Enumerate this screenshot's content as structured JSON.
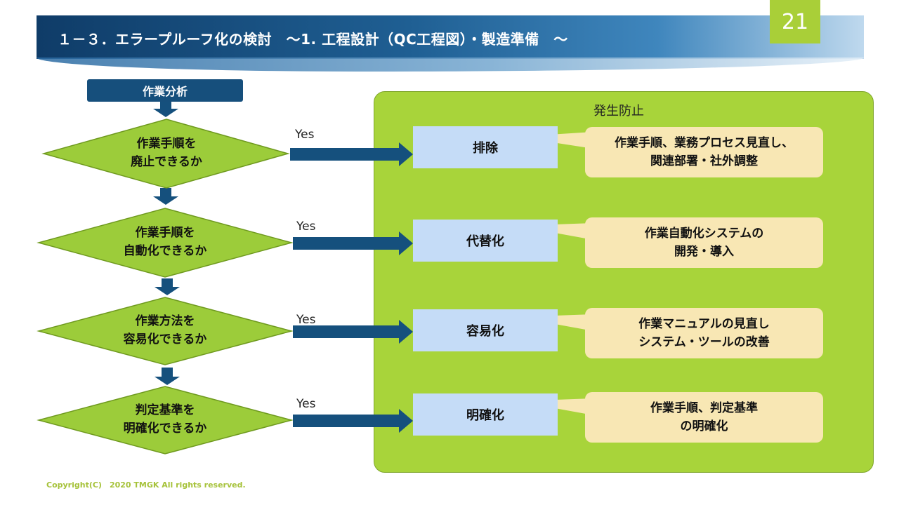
{
  "header": {
    "title": "１－３．エラープルーフ化の検討　～1. 工程設計（QC工程図）・製造準備　～",
    "page_number": "21"
  },
  "flow": {
    "start_label": "作業分析",
    "panel_label": "発生防止",
    "steps": [
      {
        "question_lines": [
          "作業手順を",
          "廃止できるか"
        ],
        "yes_label": "Yes",
        "action": "排除",
        "callout_lines": [
          "作業手順、業務プロセス見直し、",
          "関連部署・社外調整"
        ]
      },
      {
        "question_lines": [
          "作業手順を",
          "自動化できるか"
        ],
        "yes_label": "Yes",
        "action": "代替化",
        "callout_lines": [
          "作業自動化システムの",
          "開発・導入"
        ]
      },
      {
        "question_lines": [
          "作業方法を",
          "容易化できるか"
        ],
        "yes_label": "Yes",
        "action": "容易化",
        "callout_lines": [
          "作業マニュアルの見直し",
          "システム・ツールの改善"
        ]
      },
      {
        "question_lines": [
          "判定基準を",
          "明確化できるか"
        ],
        "yes_label": "Yes",
        "action": "明確化",
        "callout_lines": [
          "作業手順、判定基準",
          "の明確化"
        ]
      }
    ]
  },
  "footer": {
    "copyright": "Copyright(C)　2020  TMGK All rights reserved."
  },
  "colors": {
    "diamond_fill": "#9ccc3a",
    "diamond_stroke": "#6f9a1f",
    "arrow": "#15507d",
    "panel": "#a8d43a",
    "action_box": "#c5dcf7",
    "callout": "#f8e7b4"
  }
}
